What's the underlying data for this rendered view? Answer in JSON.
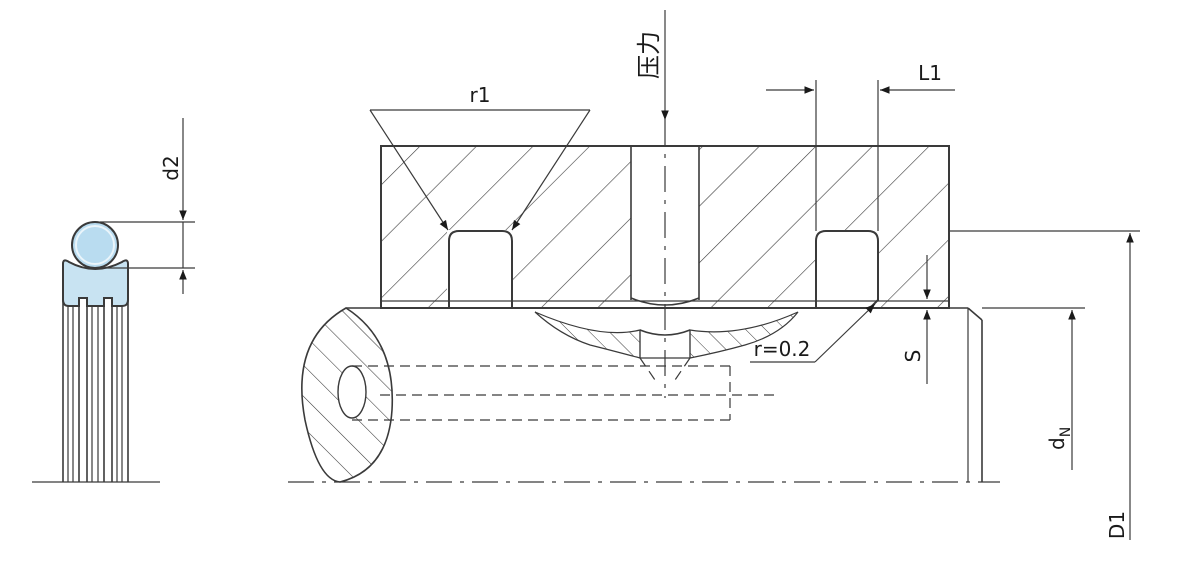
{
  "labels": {
    "pressure": "压力",
    "r1": "r1",
    "l1": "L1",
    "d2": "d2",
    "r02": "r=0.2",
    "s": "S",
    "dn_main": "d",
    "dn_sub": "N",
    "d1": "D1"
  },
  "colors": {
    "line": "#3a3a3a",
    "seal_fill": "#c8e3f2",
    "oring_fill": "#b9dcf0",
    "background": "#ffffff"
  }
}
